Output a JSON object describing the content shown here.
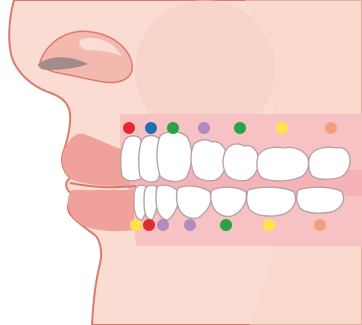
{
  "title": "",
  "colors": {
    "background": "#ffffff",
    "skin": "#fbdcd2",
    "skin_outline": "#d97c6e",
    "skin_shadow": "#f3cfc4",
    "gum": "#f6c2c4",
    "lip": "#f1a19c",
    "tooth": "#ffffff",
    "tooth_outline": "#b7a3a6",
    "nostril": "#a48a8a"
  },
  "upper_markers": [
    {
      "color": "#e32b2e",
      "name": "upper-marker-red"
    },
    {
      "color": "#1f6fb5",
      "name": "upper-marker-blue"
    },
    {
      "color": "#2aa344",
      "name": "upper-marker-green"
    },
    {
      "color": "#b38bc0",
      "name": "upper-marker-purple"
    },
    {
      "color": "#2aa344",
      "name": "upper-marker-green-2"
    },
    {
      "color": "#fde44a",
      "name": "upper-marker-yellow"
    },
    {
      "color": "#f2a07b",
      "name": "upper-marker-orange"
    }
  ],
  "lower_markers": [
    {
      "color": "#fde44a",
      "name": "lower-marker-yellow"
    },
    {
      "color": "#e32b2e",
      "name": "lower-marker-red"
    },
    {
      "color": "#b38bc0",
      "name": "lower-marker-purple"
    },
    {
      "color": "#b38bc0",
      "name": "lower-marker-purple-2"
    },
    {
      "color": "#2aa344",
      "name": "lower-marker-green"
    },
    {
      "color": "#fde44a",
      "name": "lower-marker-yellow-2"
    },
    {
      "color": "#f2a07b",
      "name": "lower-marker-orange"
    }
  ]
}
